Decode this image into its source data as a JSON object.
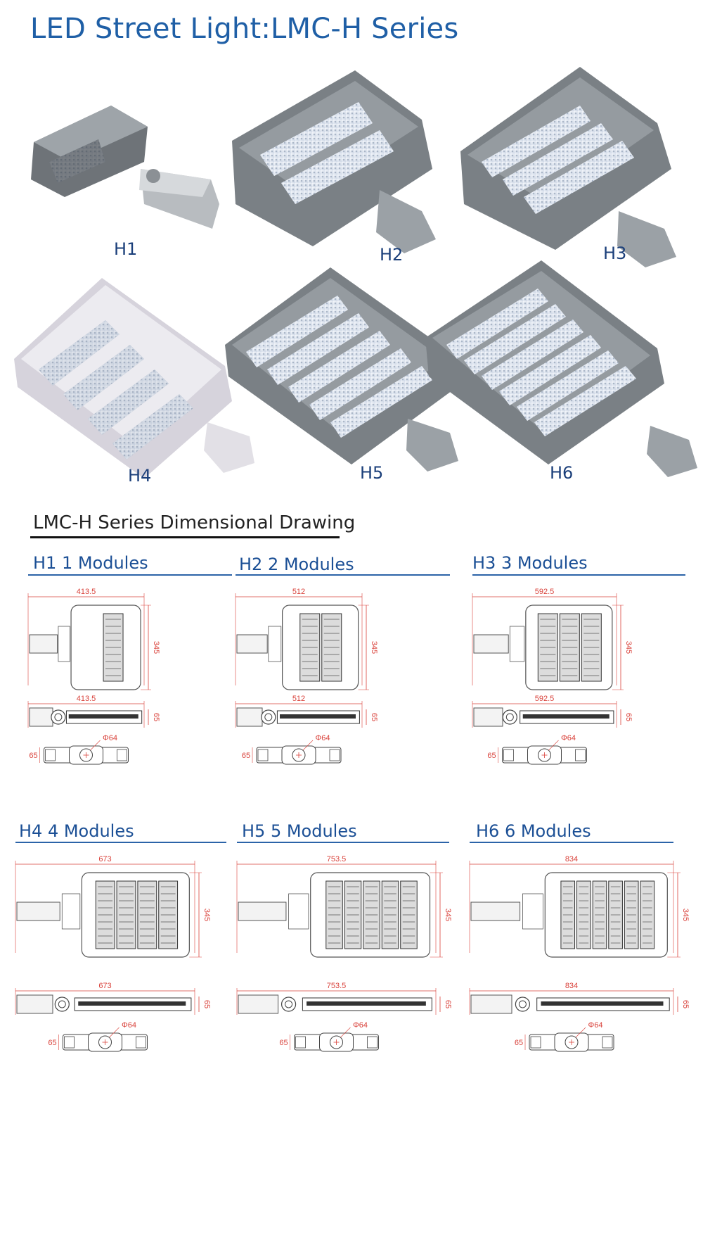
{
  "title": "LED Street Light:LMC-H Series",
  "products": [
    {
      "label": "H1",
      "modules": 1,
      "color": "#8a8f94"
    },
    {
      "label": "H2",
      "modules": 2,
      "color": "#8d9398"
    },
    {
      "label": "H3",
      "modules": 3,
      "color": "#8d9398"
    },
    {
      "label": "H4",
      "modules": 4,
      "color": "#e6e4ea"
    },
    {
      "label": "H5",
      "modules": 5,
      "color": "#8d9398"
    },
    {
      "label": "H6",
      "modules": 6,
      "color": "#8d9398"
    }
  ],
  "section_title": "LMC-H Series Dimensional Drawing",
  "drawings": [
    {
      "title": "H1 1 Modules",
      "modules": 1,
      "width": "413.5",
      "height": "345",
      "depth": "65",
      "bracket_h": "65",
      "diameter": "Φ64"
    },
    {
      "title": "H2 2 Modules",
      "modules": 2,
      "width": "512",
      "height": "345",
      "depth": "65",
      "bracket_h": "65",
      "diameter": "Φ64"
    },
    {
      "title": "H3 3 Modules",
      "modules": 3,
      "width": "592.5",
      "height": "345",
      "depth": "65",
      "bracket_h": "65",
      "diameter": "Φ64"
    },
    {
      "title": "H4 4 Modules",
      "modules": 4,
      "width": "673",
      "height": "345",
      "depth": "65",
      "bracket_h": "65",
      "diameter": "Φ64"
    },
    {
      "title": "H5 5 Modules",
      "modules": 5,
      "width": "753.5",
      "height": "345",
      "depth": "65",
      "bracket_h": "65",
      "diameter": "Φ64"
    },
    {
      "title": "H6 6 Modules",
      "modules": 6,
      "width": "834",
      "height": "345",
      "depth": "65",
      "bracket_h": "65",
      "diameter": "Φ64"
    }
  ],
  "colors": {
    "title": "#1f5fa6",
    "label": "#1b3f7a",
    "dimension": "#d9413a",
    "rule": "#2b63a8"
  }
}
